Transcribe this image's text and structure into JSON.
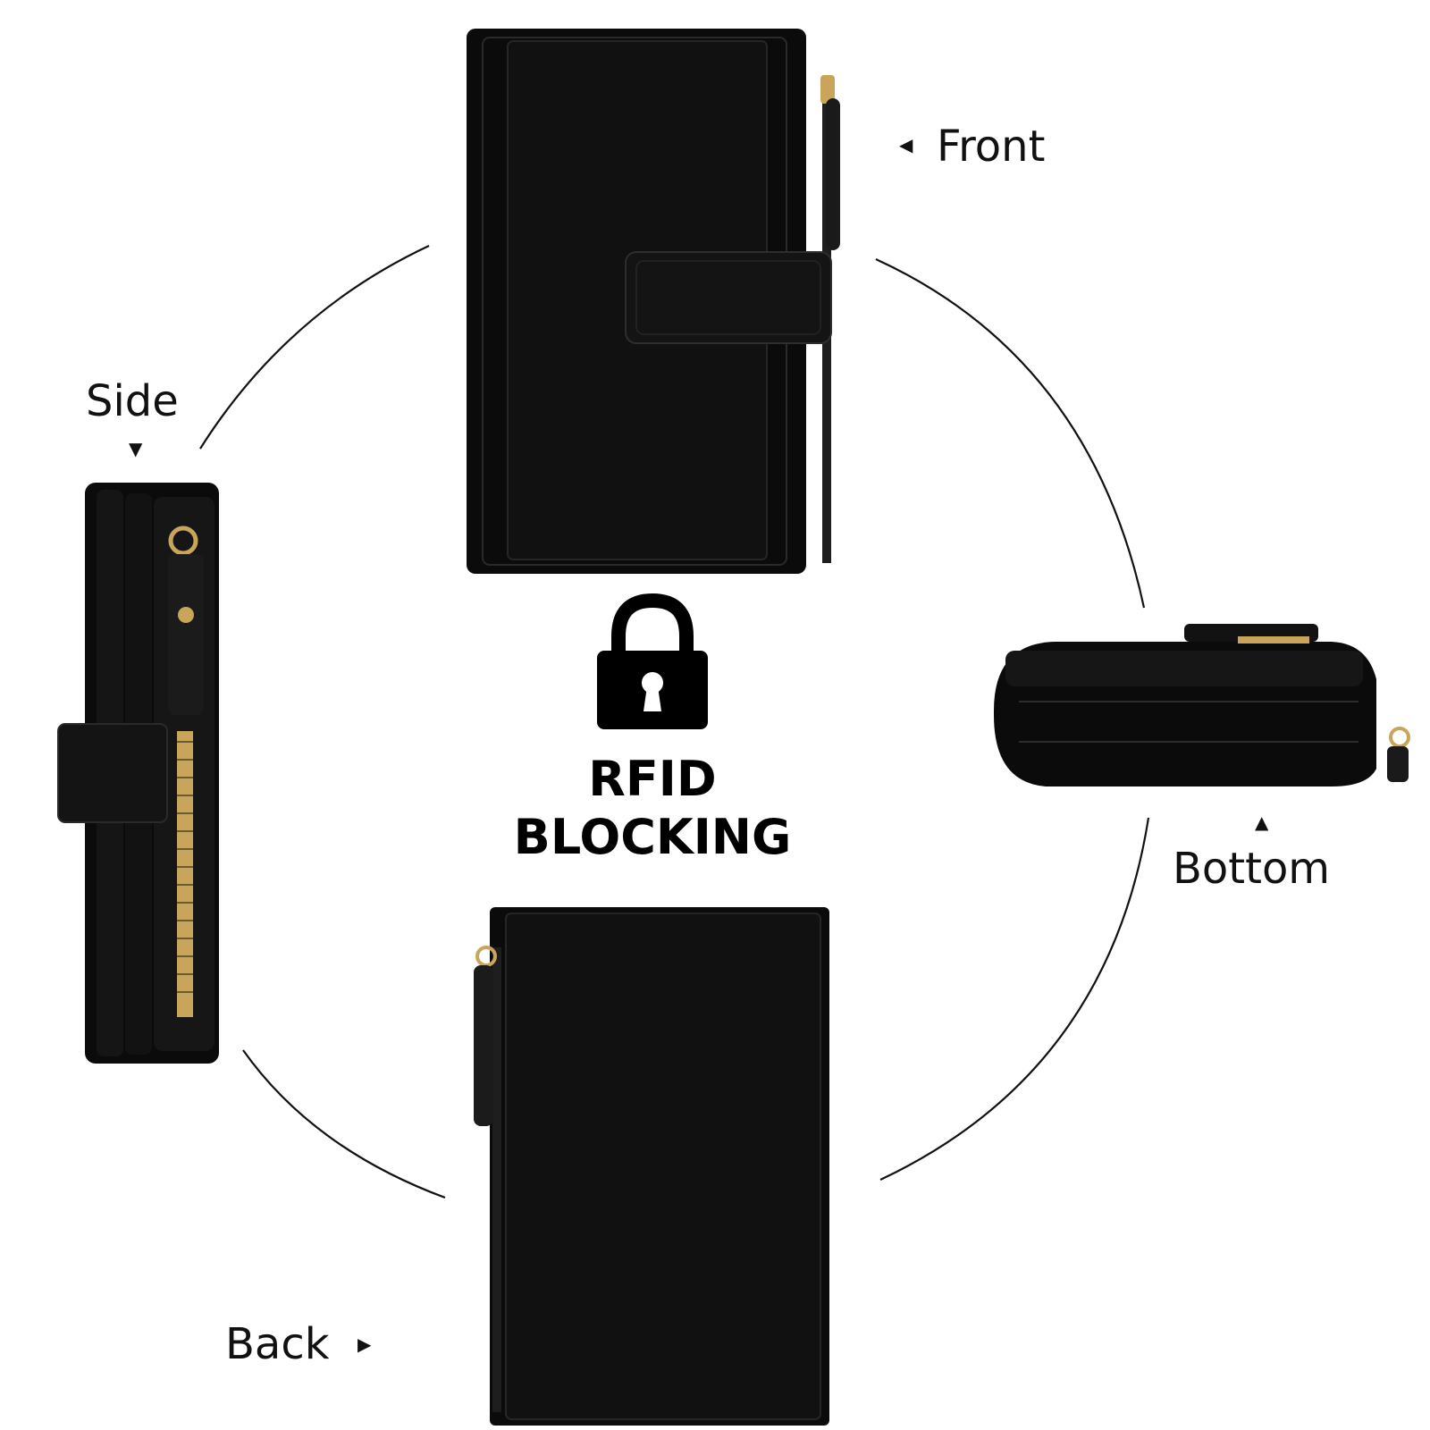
{
  "labels": {
    "front": "Front",
    "side": "Side",
    "bottom": "Bottom",
    "back": "Back"
  },
  "center": {
    "line1": "RFID",
    "line2": "BLOCKING",
    "icon": "padlock-icon"
  },
  "colors": {
    "wallet": "#0b0b0b",
    "zipper": "#c9a55c",
    "text": "#111111"
  }
}
